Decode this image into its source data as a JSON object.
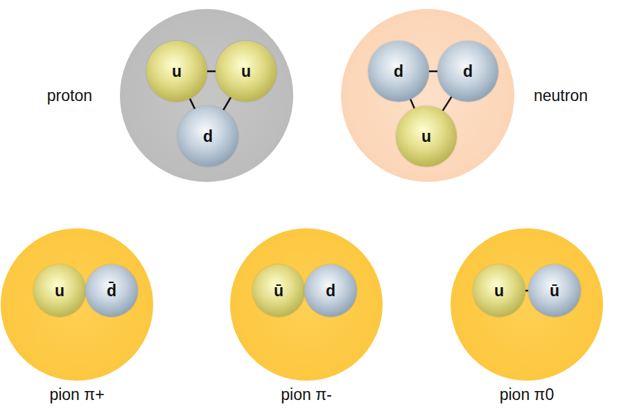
{
  "diagram": {
    "nodes": [
      {
        "text": [
          "proton"
        ]
      },
      {
        "text": [
          "u"
        ],
        "in": 0
      },
      {
        "text": [
          "u"
        ],
        "in": 0
      },
      {
        "text": [
          "d"
        ],
        "in": 0
      },
      {
        "text": [
          "neutron"
        ]
      },
      {
        "text": [
          "d"
        ],
        "in": 4
      },
      {
        "text": [
          "d"
        ],
        "in": 4
      },
      {
        "text": [
          "u"
        ],
        "in": 4
      },
      {
        "text": [
          "pion π+"
        ]
      },
      {
        "text": [
          "u"
        ],
        "in": 8
      },
      {
        "text": [
          "d̄"
        ],
        "in": 8
      },
      {
        "text": [
          "pion π-"
        ]
      },
      {
        "text": [
          "ū"
        ],
        "in": 11
      },
      {
        "text": [
          "d"
        ],
        "in": 11
      },
      {
        "text": [
          "pion π0"
        ]
      },
      {
        "text": [
          "u"
        ],
        "in": 14
      },
      {
        "text": [
          "ū"
        ],
        "in": 14
      }
    ],
    "edges": [
      {
        "from": 1,
        "to": 2,
        "arrow": "none"
      },
      {
        "from": 1,
        "to": 3,
        "arrow": "none"
      },
      {
        "from": 2,
        "to": 3,
        "arrow": "none"
      },
      {
        "from": 5,
        "to": 6,
        "arrow": "none"
      },
      {
        "from": 5,
        "to": 7,
        "arrow": "none"
      },
      {
        "from": 6,
        "to": 7,
        "arrow": "none"
      },
      {
        "from": 9,
        "to": 10,
        "arrow": "none"
      },
      {
        "from": 12,
        "to": 13,
        "arrow": "none"
      },
      {
        "from": 15,
        "to": 16,
        "arrow": "none"
      }
    ]
  }
}
